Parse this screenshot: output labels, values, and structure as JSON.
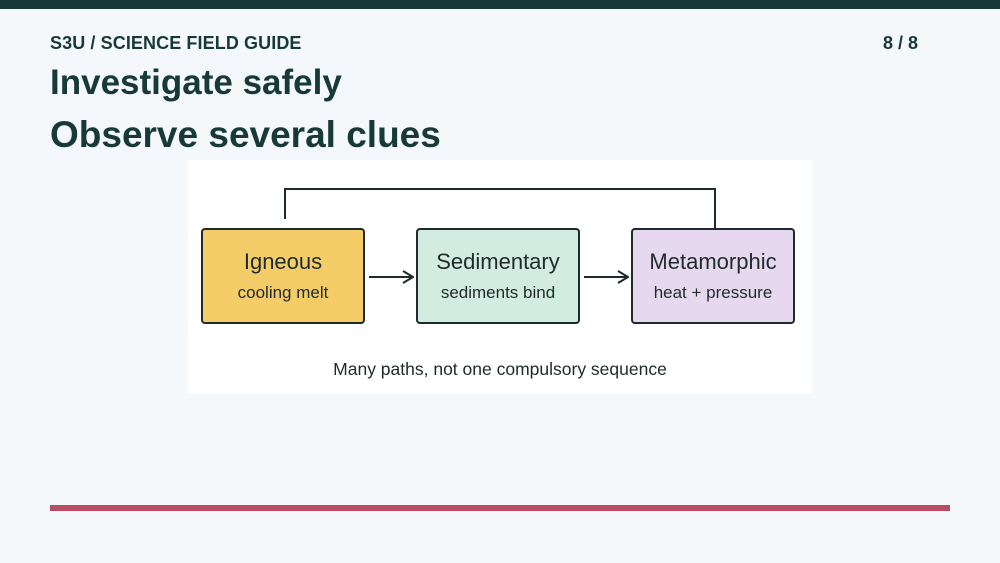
{
  "header": {
    "kicker": "S3U / SCIENCE FIELD GUIDE",
    "page_number": "8 / 8"
  },
  "title": "Investigate safely",
  "subtitle": "Observe several clues",
  "diagram": {
    "nodes": [
      {
        "name": "Igneous",
        "desc": "cooling melt",
        "color": "#f5cd68"
      },
      {
        "name": "Sedimentary",
        "desc": "sediments bind",
        "color": "#d3ece2"
      },
      {
        "name": "Metamorphic",
        "desc": "heat + pressure",
        "color": "#e6d9ef"
      }
    ],
    "edges": [
      {
        "from": "Igneous",
        "to": "Sedimentary"
      },
      {
        "from": "Sedimentary",
        "to": "Metamorphic"
      },
      {
        "from": "Igneous",
        "to": "Metamorphic",
        "style": "connector"
      }
    ],
    "caption": "Many paths, not one compulsory sequence"
  },
  "colors": {
    "ink": "#173a38",
    "accent": "#b84d63",
    "background": "#f4f8fb"
  }
}
